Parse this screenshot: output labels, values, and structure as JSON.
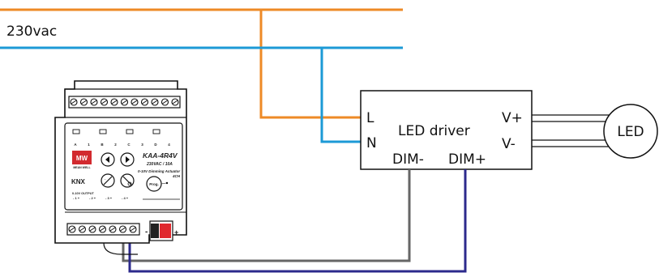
{
  "supply": {
    "label": "230vac"
  },
  "driver": {
    "title": "LED driver",
    "terminal_l": "L",
    "terminal_n": "N",
    "terminal_dim_minus": "DIM-",
    "terminal_dim_plus": "DIM+",
    "terminal_v_plus": "V+",
    "terminal_v_minus": "V-"
  },
  "load": {
    "label": "LED"
  },
  "actuator": {
    "brand": "MW",
    "brand_sub": "MEAN WELL",
    "model": "KAA-4R4V",
    "rating": "230VAC / 10A",
    "description_line1": "0-10V Dimming Actuator",
    "description_line2": "4CH",
    "knx": "KNX",
    "prog_button": "Prog.",
    "output_label": "0-10V OUTPUT",
    "channel_letters": [
      "A",
      "1",
      "B",
      "2",
      "C",
      "3",
      "D",
      "4"
    ],
    "output_channels": [
      "- 1 +",
      "- 2 +",
      "- 3 +",
      "- 4 +"
    ],
    "bus_minus": "-",
    "bus_plus": "+"
  },
  "colors": {
    "live_wire": "#ee8a26",
    "neutral_wire": "#1c9ad6",
    "dim_minus_wire": "#666666",
    "dim_plus_wire": "#2c2a8c",
    "outline": "#111111",
    "bus_connector": "#e0282e"
  }
}
